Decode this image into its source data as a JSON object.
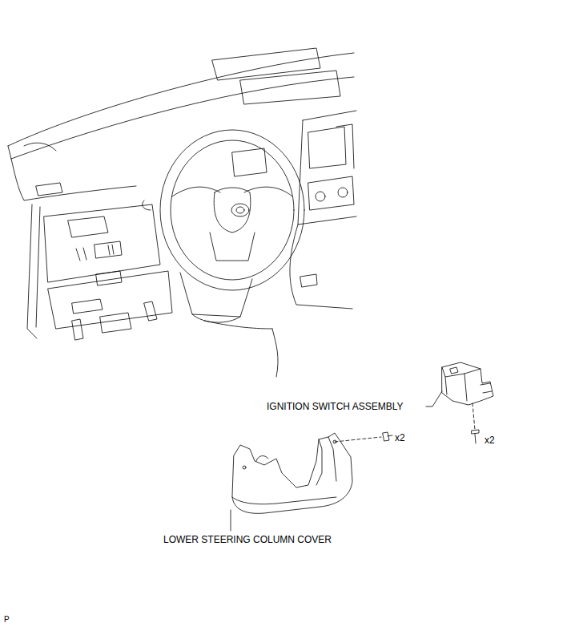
{
  "diagram": {
    "labels": [
      "IGNITION SWITCH ASSEMBLY",
      "x2",
      "x2",
      "LOWER STEERING COLUMN COVER",
      "P"
    ]
  }
}
